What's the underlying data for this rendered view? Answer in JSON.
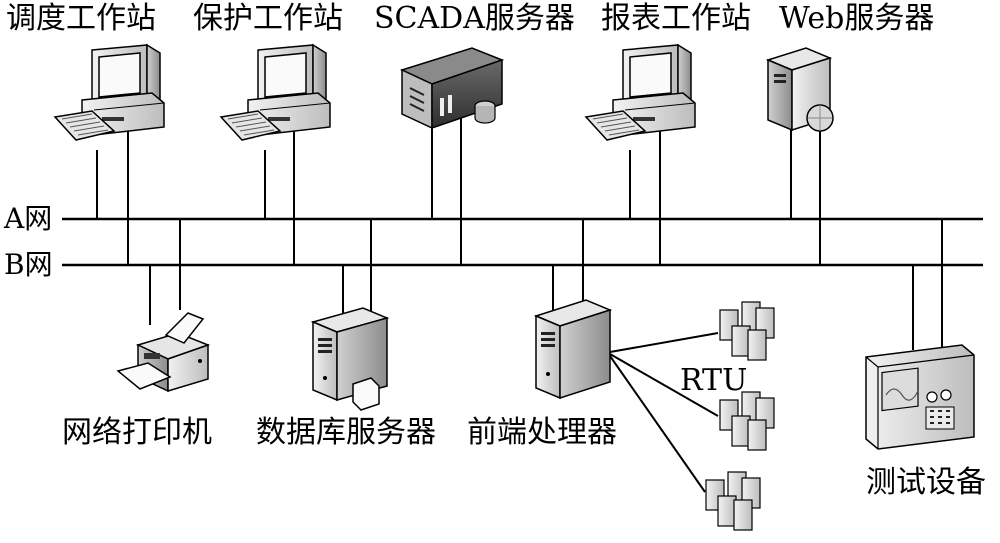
{
  "diagram": {
    "networks": {
      "a": "A网",
      "b": "B网"
    },
    "top_devices": [
      {
        "label": "调度工作站",
        "icon": "workstation-icon"
      },
      {
        "label": "保护工作站",
        "icon": "workstation-icon"
      },
      {
        "label": "SCADA服务器",
        "icon": "rack-server-icon"
      },
      {
        "label": "报表工作站",
        "icon": "workstation-icon"
      },
      {
        "label": "Web服务器",
        "icon": "web-server-icon"
      }
    ],
    "bottom_devices": [
      {
        "label": "网络打印机",
        "icon": "printer-icon"
      },
      {
        "label": "数据库服务器",
        "icon": "database-server-icon"
      },
      {
        "label": "前端处理器",
        "icon": "front-end-processor-icon"
      },
      {
        "label": "测试设备",
        "icon": "test-equipment-icon"
      }
    ],
    "rtu": {
      "label": "RTU",
      "icon": "rtu-cluster-icon"
    }
  }
}
